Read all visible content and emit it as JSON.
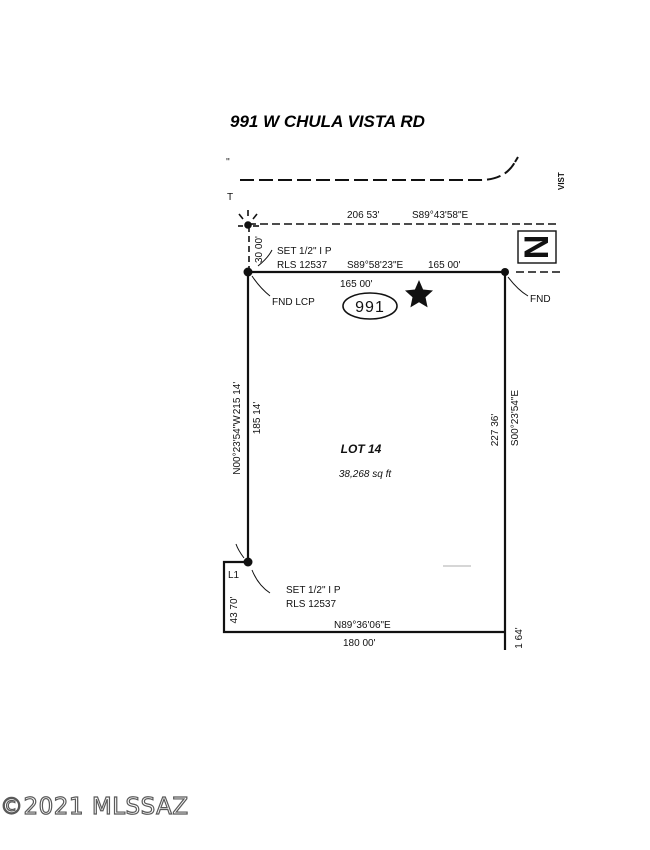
{
  "title": "991 W CHULA VISTA RD",
  "marks": {
    "left_tick": "''",
    "top_left": "T",
    "right_street": "VIST"
  },
  "north_arrow": "N",
  "labels": {
    "top_bearing": "S89°43'58\"E",
    "top_distance": "206 53'",
    "row_width": "30 00'",
    "set_ip_top": "SET 1/2\" I P",
    "rls_top": "RLS 12537",
    "north_line_bearing": "S89°58'23\"E",
    "north_line_dist_right": "165 00'",
    "north_line_dist_below": "165 00'",
    "fnd_lcp": "FND LCP",
    "fnd": "FND",
    "address_circle": "991",
    "west_bearing": "N00°23'54\"W",
    "west_dist_outer": "215 14'",
    "west_dist_inner": "185 14'",
    "east_dist": "227 36'",
    "east_bearing": "S00°23'54\"E",
    "lot_name": "LOT 14",
    "lot_area": "38,268 sq ft",
    "l1": "L1",
    "set_ip_bottom": "SET 1/2\" I P",
    "rls_bottom": "RLS 12537",
    "sw_dist": "43 70'",
    "south_bearing": "N89°36'06\"E",
    "south_dist": "180 00'",
    "se_dist": "1 64'"
  },
  "watermark": "©2021 MLSSAZ"
}
